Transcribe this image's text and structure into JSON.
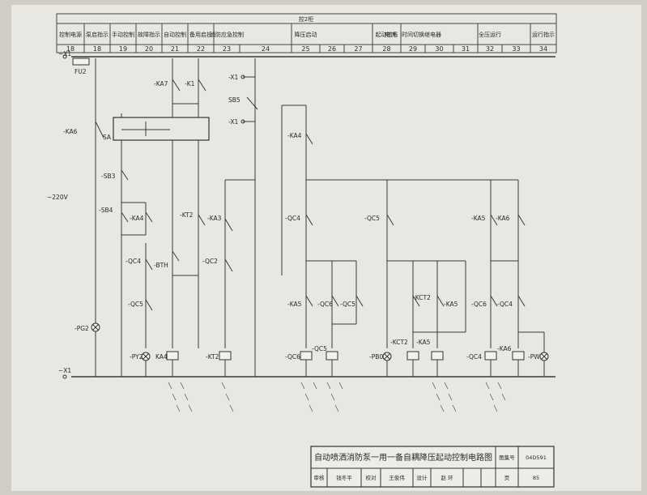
{
  "header": {
    "group_label": "控2柜",
    "columns": [
      {
        "text": "控制电源",
        "num": "18"
      },
      {
        "text": "泵启指示",
        "num": "18"
      },
      {
        "text": "手动控制",
        "num": "19"
      },
      {
        "text": "故障指示",
        "num": "20"
      },
      {
        "text": "自动控制",
        "num": "21"
      },
      {
        "text": "备用启投",
        "num": "22"
      },
      {
        "text": "消防应急控制",
        "num": "23"
      },
      {
        "text": "",
        "num": "24"
      },
      {
        "text": "降压启动",
        "num": "25"
      },
      {
        "text": "",
        "num": "26"
      },
      {
        "text": "",
        "num": "27"
      },
      {
        "text": "起动信号",
        "num": "28"
      },
      {
        "text": "电流、时间切换继电器",
        "num": "29"
      },
      {
        "text": "",
        "num": "30"
      },
      {
        "text": "",
        "num": "31"
      },
      {
        "text": "全压运行",
        "num": "32"
      },
      {
        "text": "",
        "num": "33"
      },
      {
        "text": "运行指示",
        "num": "34"
      }
    ]
  },
  "labels": {
    "bus_top": "~X1",
    "bus_bottom": "~X1",
    "fuse": "FU2",
    "voltage": "~220V",
    "ka6": "-KA6",
    "sa": "SA",
    "ka7": "-KA7",
    "k1": "-K1",
    "xt2": "-X1",
    "sb5": "SB5",
    "x1b": "-X1",
    "sb3": "-SB3",
    "sb4": "-SB4",
    "ka4": "-KA4",
    "kt2": "-KT2",
    "ka3": "-KA3",
    "qc4": "-QC4",
    "bth": "-BTH",
    "qc2": "-QC2",
    "qc5": "-QC5",
    "pg2": "-PG2",
    "pyz": "-PY2",
    "ka4c": "KA4",
    "kt2c": "-KT2",
    "ka4b": "-KA4",
    "qc4b": "-QC4",
    "qc5b": "-QC5",
    "ka5": "-KA5",
    "qc6": "-QC6",
    "qc5c": "-QC5",
    "qc6c": "-QC6",
    "qc5d": "-QC5",
    "kct2": "-KCT2",
    "ka5b": "-KA5",
    "pb0": "-PB0",
    "kct2c": "-KCT2",
    "ka5c": "-KA5",
    "ka5d": "-KA5",
    "ka6b": "-KA6",
    "qc6b": "-QC6",
    "qc4c": "-QC4",
    "qc4d": "-QC4",
    "ka6c": "-KA6",
    "pw": "-PW"
  },
  "title_block": {
    "title": "自动喷洒消防泵一用一备自耦降压起动控制电路图",
    "atlas_label": "图集号",
    "atlas_no": "04D591",
    "review_label": "审核",
    "reviewer": "钱冬平",
    "check_label": "校对",
    "checker": "王俊伟",
    "design_label": "设计",
    "designer": "赵 环",
    "page_label": "页",
    "page_no": "85"
  }
}
